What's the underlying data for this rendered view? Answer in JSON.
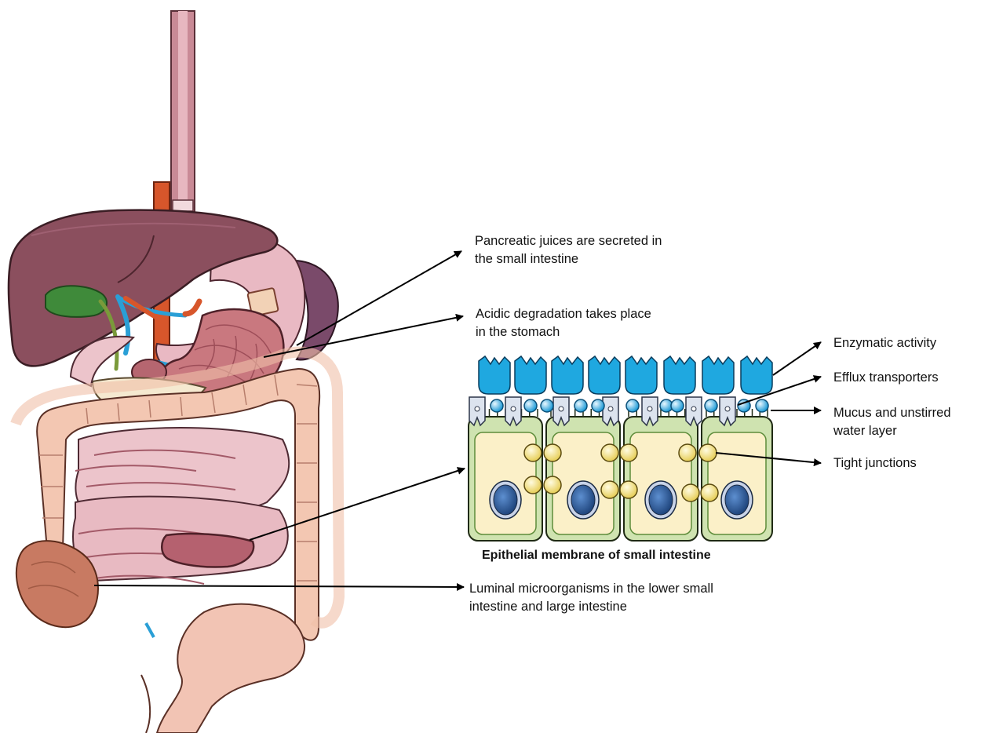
{
  "labels": {
    "pancreatic": [
      "Pancreatic juices are secreted in",
      "the small  intestine"
    ],
    "acidic": [
      "Acidic degradation takes place",
      "in the stomach"
    ],
    "luminal": [
      "Luminal microorganisms in the lower small",
      "intestine and large intestine"
    ],
    "enzymatic": [
      "Enzymatic activity"
    ],
    "efflux": [
      "Efflux transporters"
    ],
    "mucus": [
      "Mucus and unstirred",
      "water layer"
    ],
    "tight": [
      "Tight junctions"
    ]
  },
  "caption": "Epithelial membrane of small intestine",
  "colors": {
    "liver": "#8b4f5e",
    "stomach": "#c9787f",
    "intestine": "#e8c0c6",
    "colon": "#f3c7b2",
    "cell_fill": "#fbf0c8",
    "cell_border": "#5e8c3a",
    "nucleus": "#2e5d9e",
    "enzyme": "#1fa8e0",
    "junction": "#f0dc72"
  }
}
